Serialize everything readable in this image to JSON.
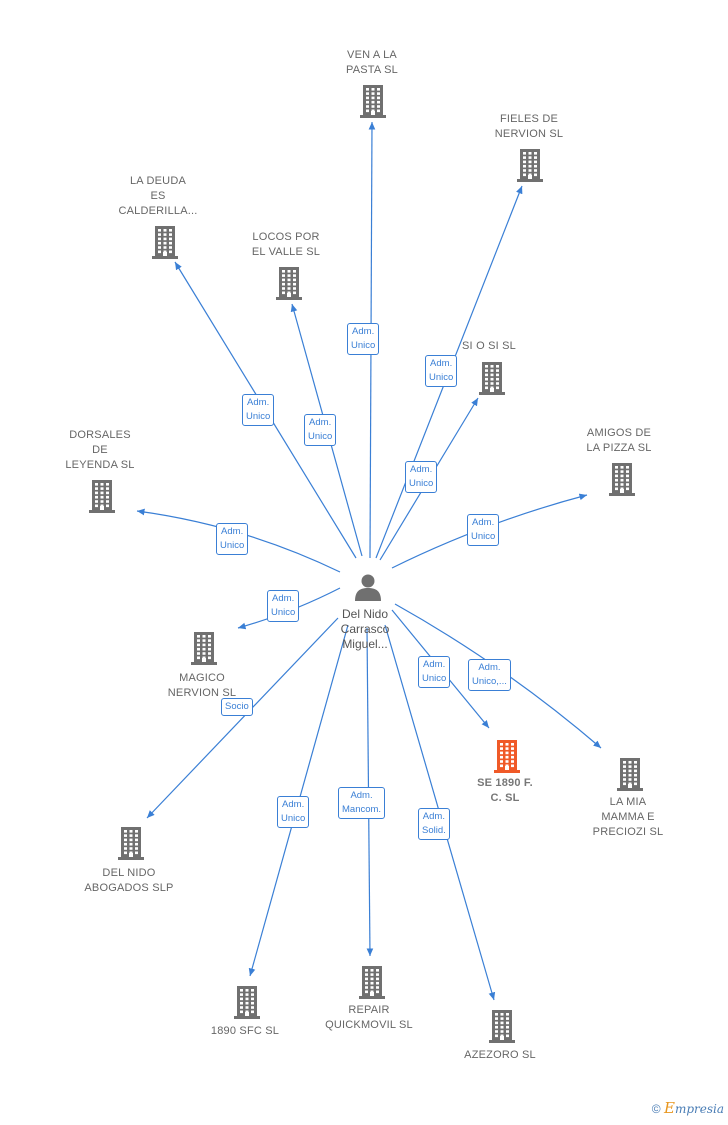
{
  "center": {
    "label": "Del Nido\nCarrasco\nMiguel..."
  },
  "nodes": [
    {
      "id": "ven",
      "label": "VEN A LA\nPASTA  SL"
    },
    {
      "id": "fieles",
      "label": "FIELES DE\nNERVION  SL"
    },
    {
      "id": "deuda",
      "label": "LA DEUDA\nES\nCALDERILLA..."
    },
    {
      "id": "locos",
      "label": "LOCOS POR\nEL VALLE  SL"
    },
    {
      "id": "siosi",
      "label": "SI O SI  SL"
    },
    {
      "id": "amigos",
      "label": "AMIGOS DE\nLA PIZZA SL"
    },
    {
      "id": "dorsales",
      "label": "DORSALES\nDE\nLEYENDA  SL"
    },
    {
      "id": "magico",
      "label": "MAGICO\nNERVION  SL"
    },
    {
      "id": "se1890",
      "label": "SE 1890 F.\nC.  SL",
      "focus": true
    },
    {
      "id": "lamia",
      "label": "LA MIA\nMAMMA E\nPRECIOZI  SL"
    },
    {
      "id": "abogados",
      "label": "DEL NIDO\nABOGADOS SLP"
    },
    {
      "id": "sfc",
      "label": "1890 SFC  SL"
    },
    {
      "id": "repair",
      "label": "REPAIR\nQUICKMOVIL SL"
    },
    {
      "id": "azezoro",
      "label": "AZEZORO  SL"
    }
  ],
  "edges": [
    {
      "to": "ven",
      "role": "Adm.\nUnico"
    },
    {
      "to": "fieles",
      "role": "Adm.\nUnico"
    },
    {
      "to": "deuda",
      "role": "Adm.\nUnico"
    },
    {
      "to": "locos",
      "role": "Adm.\nUnico"
    },
    {
      "to": "siosi",
      "role": "Adm.\nUnico"
    },
    {
      "to": "amigos",
      "role": "Adm.\nUnico"
    },
    {
      "to": "dorsales",
      "role": "Adm.\nUnico"
    },
    {
      "to": "magico",
      "role": "Adm.\nUnico"
    },
    {
      "to": "se1890",
      "role": "Adm.\nUnico"
    },
    {
      "to": "lamia",
      "role": "Adm.\nUnico,..."
    },
    {
      "to": "abogados",
      "role": "Socio"
    },
    {
      "to": "sfc",
      "role": "Adm.\nUnico"
    },
    {
      "to": "repair",
      "role": "Adm.\nMancom."
    },
    {
      "to": "azezoro",
      "role": "Adm.\nSolid."
    }
  ],
  "colors": {
    "edge": "#3a7fd5",
    "building": "#707070",
    "building_focus": "#f05a28",
    "person": "#707070"
  },
  "footer": {
    "copyright": "©",
    "brand_initial": "E",
    "brand_rest": "mpresia"
  }
}
